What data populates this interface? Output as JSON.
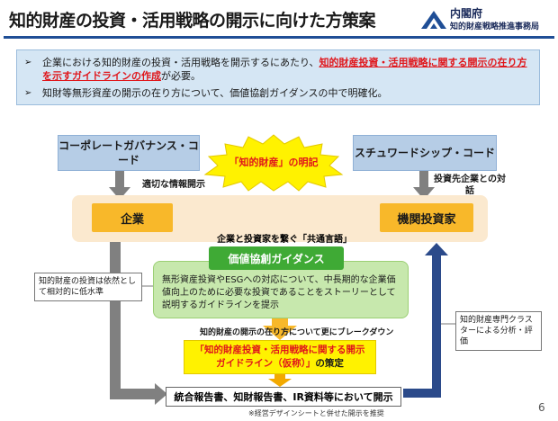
{
  "header": {
    "title": "知的財産の投資・活用戦略の開示に向けた方策案",
    "org_name": "内閣府",
    "org_dept": "知的財産戦略推進事務局",
    "accent_color": "#1f4e96"
  },
  "summary": {
    "bullets": [
      {
        "text_before": "企業における知的財産の投資・活用戦略を開示するにあたり、",
        "text_highlight": "知的財産投資・活用戦略に関する開示の在り方を示すガイドラインの作成",
        "text_after": "が必要。"
      },
      {
        "text": "知財等無形資産の開示の在り方について、価値協創ガイダンスの中で明確化。"
      }
    ]
  },
  "diagram": {
    "corporate_governance_code": "コーポレートガバナンス・コード",
    "stewardship_code": "スチュワードシップ・コード",
    "burst_label": "「知的財産」の明記",
    "flow_left": "適切な情報開示",
    "flow_right": "投資先企業との対話",
    "company": "企業",
    "investor": "機関投資家",
    "common_language": "企業と投資家を繋ぐ「共通言語」",
    "guidance_title": "価値協創ガイダンス",
    "guidance_body": "無形資産投資やESGへの対応について、中長期的な企業価値向上のために必要な投資であることをストーリーとして説明するガイドラインを提示",
    "left_note": "知的財産の投資は依然として相対的に低水準",
    "right_note": "知的財産専門クラスターによる分析・評価",
    "breakdown": "知的財産の開示の在り方について更にブレークダウン",
    "guideline_line1": "「知的財産投資・活用戦略に関する開示",
    "guideline_line2": "ガイドライン（仮称）」",
    "guideline_line2_suffix": "の策定",
    "report": "統合報告書、知財報告書、IR資料等において開示",
    "footnote": "※経営デザインシートと併せた開示を推奨"
  },
  "page_number": "6",
  "icons": {
    "logo": "cabinet-office-logo-icon",
    "bullet": "chevron-right-icon"
  },
  "colors": {
    "summary_bg": "#d5e6f4",
    "code_box": "#b6cde6",
    "actor_box": "#f8b82a",
    "band": "#fbe9cf",
    "guidance_head": "#3faa35",
    "guidance_body": "#c7e8ad",
    "guideline_box": "#fff200",
    "highlight_text": "#e0161b",
    "arrow_gray": "#808080",
    "arrow_blue": "#2b4a8a"
  }
}
